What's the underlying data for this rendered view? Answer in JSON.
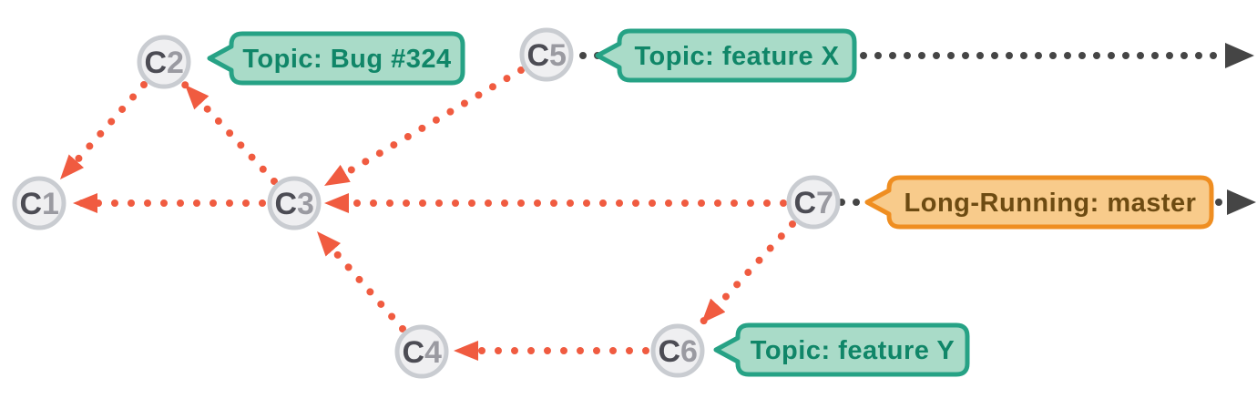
{
  "commits": [
    {
      "id": "C1",
      "letter": "C",
      "num": "1"
    },
    {
      "id": "C2",
      "letter": "C",
      "num": "2"
    },
    {
      "id": "C3",
      "letter": "C",
      "num": "3"
    },
    {
      "id": "C4",
      "letter": "C",
      "num": "4"
    },
    {
      "id": "C5",
      "letter": "C",
      "num": "5"
    },
    {
      "id": "C6",
      "letter": "C",
      "num": "6"
    },
    {
      "id": "C7",
      "letter": "C",
      "num": "7"
    }
  ],
  "labels": [
    {
      "id": "bug-324",
      "text": "Topic: Bug #324",
      "kind": "topic",
      "attached_to": "C2"
    },
    {
      "id": "feature-x",
      "text": "Topic: feature X",
      "kind": "topic",
      "attached_to": "C5"
    },
    {
      "id": "master",
      "text": "Long-Running: master",
      "kind": "long-running",
      "attached_to": "C7"
    },
    {
      "id": "feature-y",
      "text": "Topic: feature Y",
      "kind": "topic",
      "attached_to": "C6"
    }
  ],
  "edges": {
    "parent_links": [
      {
        "from": "C2",
        "to": "C1"
      },
      {
        "from": "C3",
        "to": "C2"
      },
      {
        "from": "C3",
        "to": "C1"
      },
      {
        "from": "C5",
        "to": "C3"
      },
      {
        "from": "C7",
        "to": "C3"
      },
      {
        "from": "C4",
        "to": "C3"
      },
      {
        "from": "C6",
        "to": "C4"
      },
      {
        "from": "C7",
        "to": "C6"
      }
    ],
    "future_lines": [
      {
        "from": "C5",
        "through_label": "feature-x"
      },
      {
        "from": "C7",
        "through_label": "master"
      }
    ]
  },
  "colors": {
    "node_fill": "#efeff1",
    "node_border": "#c9ccd1",
    "node_letter": "#4c4c54",
    "node_num": "#9a9aa1",
    "edge_red": "#f05b40",
    "edge_gray": "#454545",
    "topic_fill": "#a9dbc8",
    "topic_border": "#26a285",
    "topic_text": "#108668",
    "longrun_fill": "#f8cb8b",
    "longrun_border": "#ef8e21",
    "longrun_text": "#6d4b12"
  }
}
